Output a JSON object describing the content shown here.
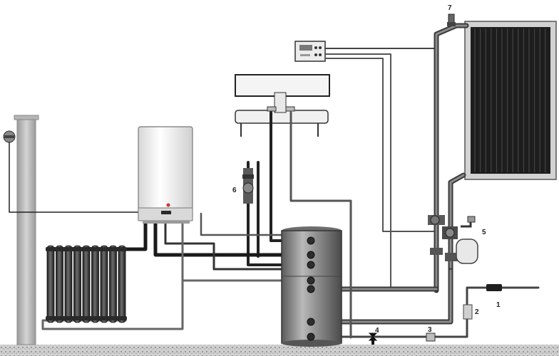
{
  "diagram": {
    "labels": {
      "l1": "1",
      "l2": "2",
      "l3": "3",
      "l4": "4",
      "l5": "5",
      "l6": "6",
      "l7": "7"
    }
  }
}
